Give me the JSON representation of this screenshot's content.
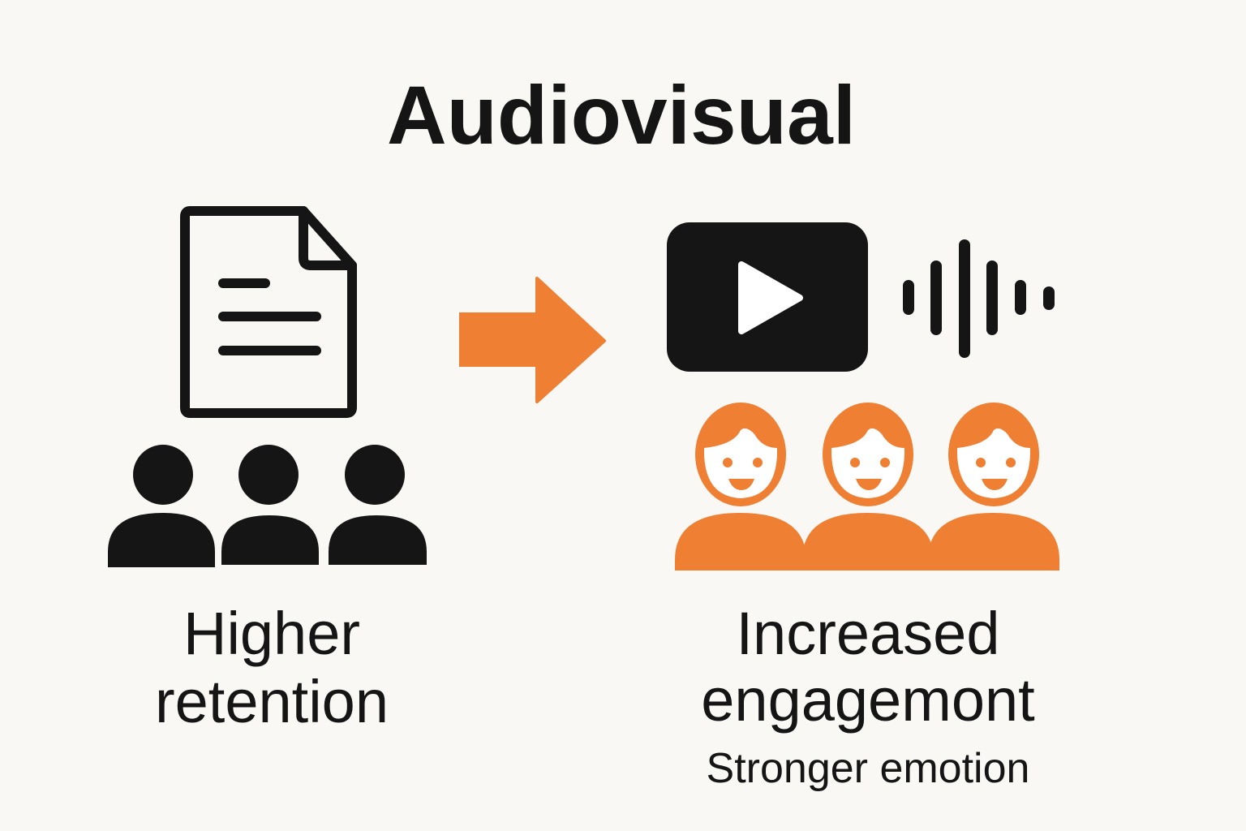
{
  "title": "Audiovisual",
  "left": {
    "line1": "Higher",
    "line2": "retention"
  },
  "right": {
    "line1": "Increased",
    "line2": "engagemont",
    "subtitle": "Stronger emotion"
  },
  "colors": {
    "background": "#F9F8F5",
    "ink": "#151515",
    "accent": "#EE7F33"
  },
  "icons": [
    "document-icon",
    "audience-icon",
    "arrow-right-icon",
    "video-play-icon",
    "sound-wave-icon",
    "happy-audience-icon"
  ]
}
